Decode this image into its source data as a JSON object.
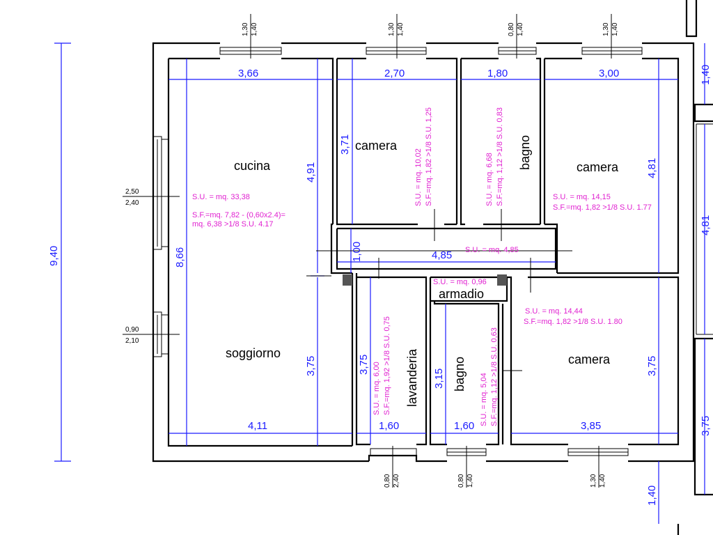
{
  "rooms": {
    "cucina": "cucina",
    "soggiorno": "soggiorno",
    "camera_top": "camera",
    "bagno_top": "bagno",
    "camera_right": "camera",
    "armadio": "armadio",
    "lavanderia": "lavanderia",
    "bagno_bottom": "bagno",
    "camera_bottom": "camera"
  },
  "dimensions": {
    "overall_height": "9,40",
    "cucina_width": "3,66",
    "cucina_height": "4,91",
    "living_total_height": "8,66",
    "soggiorno_height": "3,75",
    "soggiorno_width": "4,11",
    "camera_top_width": "2,70",
    "camera_top_height": "3,71",
    "bagno_top_width": "1,80",
    "camera_right_width": "3,00",
    "camera_right_height": "4,81",
    "corridor_height": "1,00",
    "corridor_width": "4,85",
    "lavanderia_height": "3,75",
    "lavanderia_width": "1,60",
    "bagno_bottom_height": "3,15",
    "bagno_bottom_width": "1,60",
    "camera_bottom_width": "3,85",
    "camera_bottom_height": "3,75",
    "right_edge_top": "1,40",
    "right_edge_mid": "4,81",
    "right_edge_low": "3,75",
    "right_edge_bottom": "1,40"
  },
  "surfaces": {
    "cucina_su": "S.U. = mq. 33,38",
    "cucina_sf1": "S.F.=mq. 7,82 - (0,60x2.4)=",
    "cucina_sf2": "mq. 6,38 >1/8 S.U. 4.17",
    "camera_top_su": "S.U. = mq. 10,02",
    "camera_top_sf": "S.F.=mq. 1,82 >1/8 S.U. 1,25",
    "bagno_top_su": "S.U. = mq. 6,68",
    "bagno_top_sf": "S.F.=mq. 1,12 >1/8 S.U. 0,83",
    "camera_right_su": "S.U. = mq. 14,15",
    "camera_right_sf": "S.F.=mq. 1,82 >1/8 S.U. 1.77",
    "corridor_su": "S.U. = mq. 4,85",
    "armadio_su": "S.U. = mq. 0,96",
    "camera_bottom_su": "S.U. = mq. 14,44",
    "camera_bottom_sf": "S.F.=mq. 1,82 >1/8 S.U. 1.80",
    "lavanderia_su": "S.U. = mq. 6,00",
    "lavanderia_sf": "S.F.=mq. 1,92 >1/8 S.U. 0,75",
    "bagno_bottom_su": "S.U. = mq. 5,04",
    "bagno_bottom_sf": "S.F.=mq. 1,12 >1/8 S.U. 0,63"
  },
  "openings": {
    "top1": [
      "1,30",
      "1,40"
    ],
    "top2": [
      "1,30",
      "1,40"
    ],
    "top3": [
      "0,80",
      "1,40"
    ],
    "top4": [
      "1,30",
      "1,40"
    ],
    "left1": [
      "2,50",
      "2,40"
    ],
    "left2": [
      "0,90",
      "2,10"
    ],
    "bottom1": [
      "0,80",
      "2,40"
    ],
    "bottom2": [
      "0,80",
      "1,40"
    ],
    "bottom3": [
      "1,30",
      "1,40"
    ]
  }
}
